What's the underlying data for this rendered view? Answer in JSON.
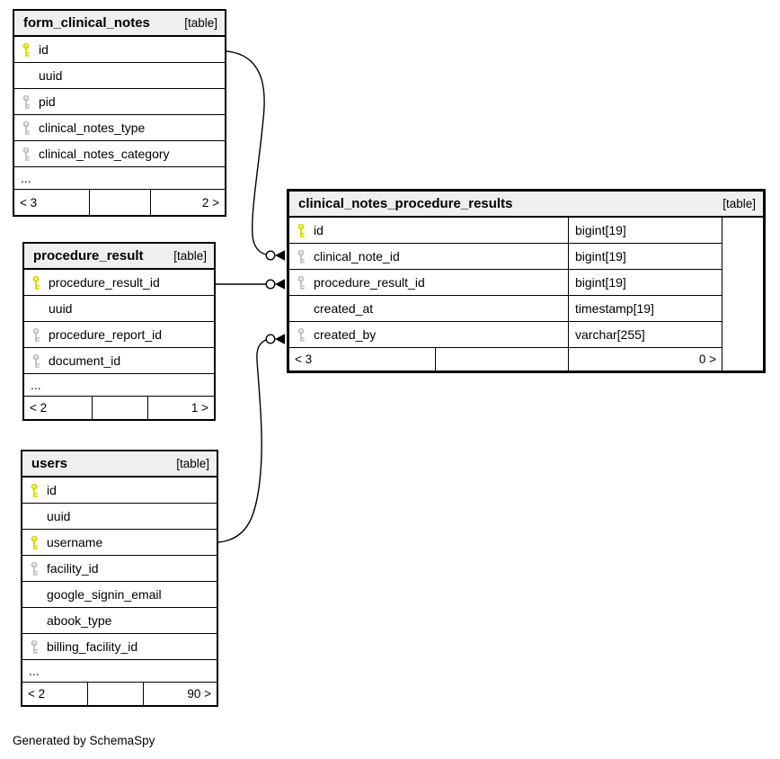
{
  "colors": {
    "primary_key_icon": "#dcdc00",
    "secondary_key_icon": "#c4c4c4",
    "header_bg": "#efefef",
    "border": "#000000",
    "background": "#ffffff"
  },
  "footer_note": "Generated by SchemaSpy",
  "tables": [
    {
      "name": "form_clinical_notes",
      "badge": "[table]",
      "columns": [
        {
          "name": "id",
          "key": "primary"
        },
        {
          "name": "uuid",
          "key": "none"
        },
        {
          "name": "pid",
          "key": "index"
        },
        {
          "name": "clinical_notes_type",
          "key": "index"
        },
        {
          "name": "clinical_notes_category",
          "key": "index"
        }
      ],
      "more_indicator": "...",
      "footer": {
        "left": "< 3",
        "center": "",
        "right": "2 >"
      }
    },
    {
      "name": "procedure_result",
      "badge": "[table]",
      "columns": [
        {
          "name": "procedure_result_id",
          "key": "primary"
        },
        {
          "name": "uuid",
          "key": "none"
        },
        {
          "name": "procedure_report_id",
          "key": "index"
        },
        {
          "name": "document_id",
          "key": "index"
        }
      ],
      "more_indicator": "...",
      "footer": {
        "left": "< 2",
        "center": "",
        "right": "1 >"
      }
    },
    {
      "name": "users",
      "badge": "[table]",
      "columns": [
        {
          "name": "id",
          "key": "primary"
        },
        {
          "name": "uuid",
          "key": "none"
        },
        {
          "name": "username",
          "key": "primary"
        },
        {
          "name": "facility_id",
          "key": "index"
        },
        {
          "name": "google_signin_email",
          "key": "none"
        },
        {
          "name": "abook_type",
          "key": "none"
        },
        {
          "name": "billing_facility_id",
          "key": "index"
        }
      ],
      "more_indicator": "...",
      "footer": {
        "left": "< 2",
        "center": "",
        "right": "90 >"
      }
    },
    {
      "name": "clinical_notes_procedure_results",
      "badge": "[table]",
      "columns": [
        {
          "name": "id",
          "type": "bigint[19]",
          "key": "primary"
        },
        {
          "name": "clinical_note_id",
          "type": "bigint[19]",
          "key": "index"
        },
        {
          "name": "procedure_result_id",
          "type": "bigint[19]",
          "key": "index"
        },
        {
          "name": "created_at",
          "type": "timestamp[19]",
          "key": "none"
        },
        {
          "name": "created_by",
          "type": "varchar[255]",
          "key": "index"
        }
      ],
      "footer": {
        "left": "< 3",
        "center": "",
        "right": "0 >"
      }
    }
  ],
  "relationships": [
    {
      "from": "form_clinical_notes.id",
      "to": "clinical_notes_procedure_results.clinical_note_id"
    },
    {
      "from": "procedure_result.procedure_result_id",
      "to": "clinical_notes_procedure_results.procedure_result_id"
    },
    {
      "from": "users.username",
      "to": "clinical_notes_procedure_results.created_by"
    }
  ]
}
